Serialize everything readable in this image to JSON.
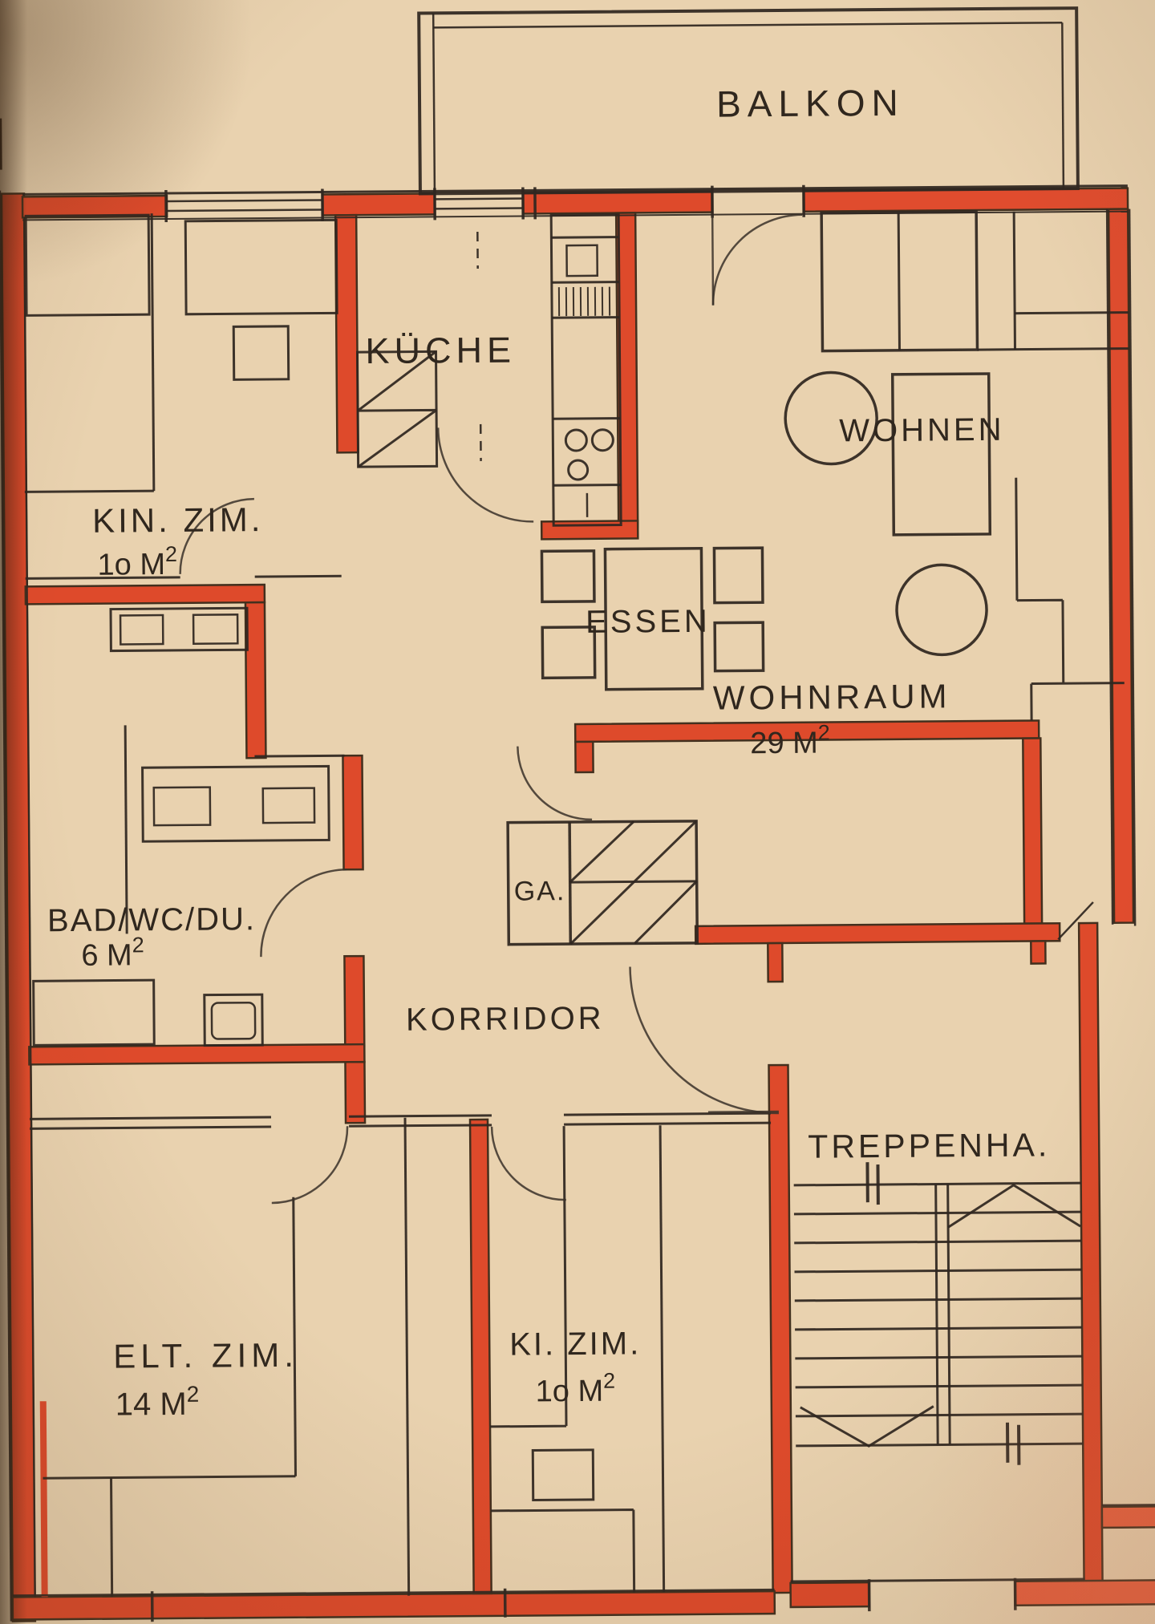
{
  "rooms": {
    "balkon": {
      "label": "BALKON"
    },
    "kueche": {
      "label": "KÜCHE"
    },
    "wohnen": {
      "label": "WOHNEN"
    },
    "kin_zim": {
      "label": "KIN. ZIM.",
      "area": "1o M",
      "area_exp": "2"
    },
    "essen": {
      "label": "ESSEN"
    },
    "wohnraum": {
      "label": "WOHNRAUM",
      "area": "29 M",
      "area_exp": "2"
    },
    "bad": {
      "label": "BAD/WC/DU.",
      "area": "6 M",
      "area_exp": "2"
    },
    "garderobe": {
      "label": "GA."
    },
    "korridor": {
      "label": "KORRIDOR"
    },
    "treppenhaus": {
      "label": "TREPPENHA."
    },
    "elt_zim": {
      "label": "ELT. ZIM.",
      "area": "14 M",
      "area_exp": "2"
    },
    "ki_zim": {
      "label": "KI. ZIM.",
      "area": "1o M",
      "area_exp": "2"
    }
  },
  "colors": {
    "paper": "#e9d2af",
    "wall_red": "#de4a2b",
    "ink": "#2f2720"
  }
}
